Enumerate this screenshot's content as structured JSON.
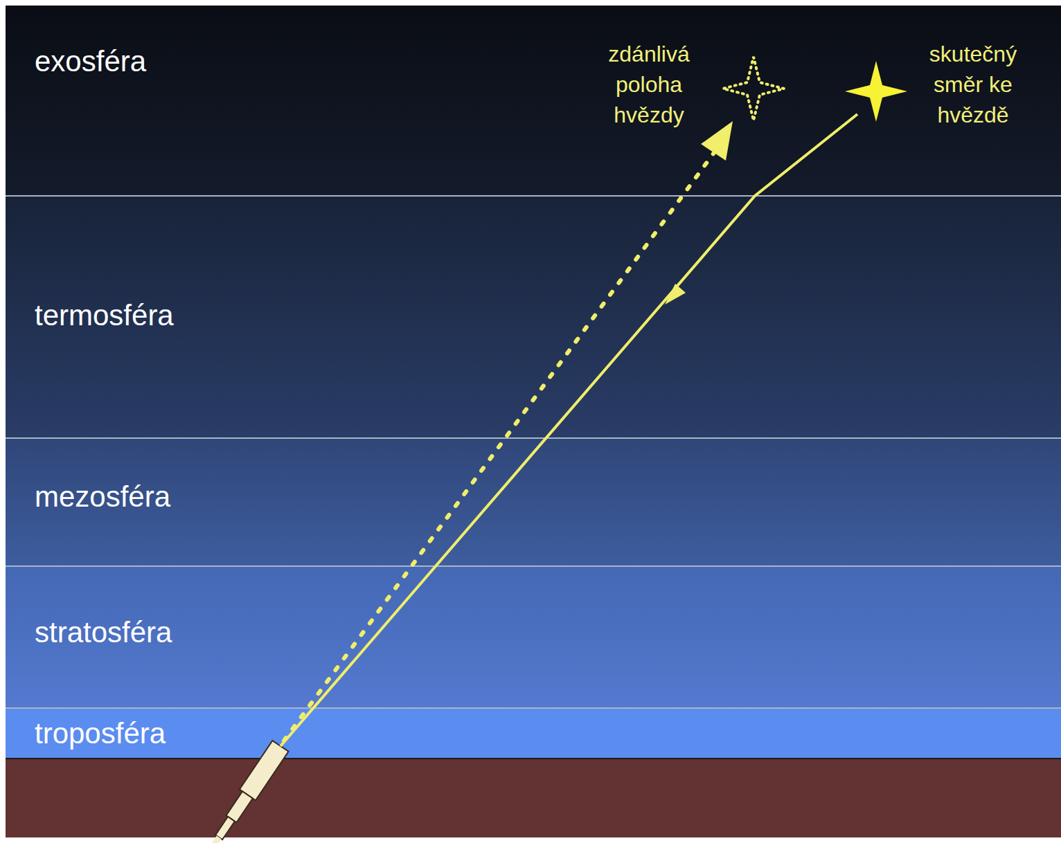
{
  "diagram": {
    "nodes": [
      {
        "text": [
          "exosféra"
        ]
      },
      {
        "text": [
          "termosféra"
        ]
      },
      {
        "text": [
          "mezosféra"
        ]
      },
      {
        "text": [
          "stratosféra"
        ]
      },
      {
        "text": [
          "troposféra"
        ]
      }
    ],
    "labels": [
      "zdánlivá poloha hvězdy",
      "skutečný směr ke hvězdě"
    ]
  }
}
